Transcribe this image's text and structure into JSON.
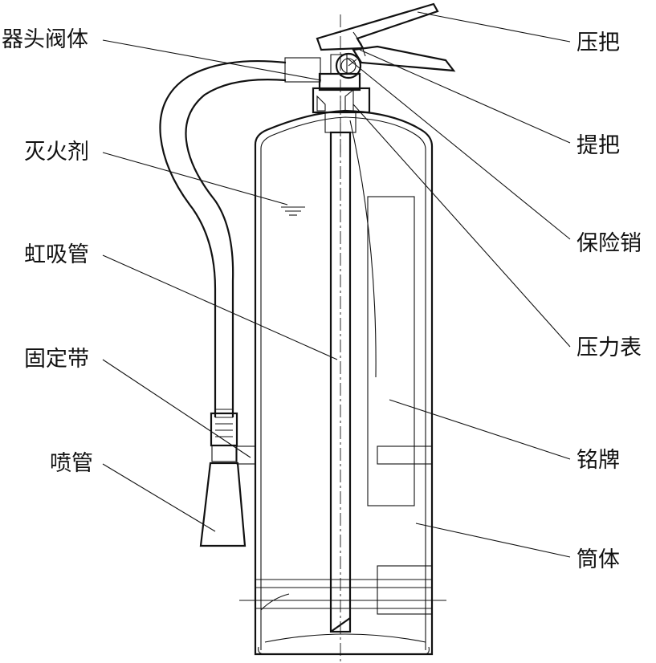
{
  "labels": {
    "valve_body": "器头阀体",
    "agent": "灭火剂",
    "siphon": "虹吸管",
    "strap": "固定带",
    "hose": "喷管",
    "lever": "压把",
    "handle": "提把",
    "pin": "保险销",
    "gauge": "压力表",
    "nameplate": "铭牌",
    "cylinder": "筒体"
  }
}
